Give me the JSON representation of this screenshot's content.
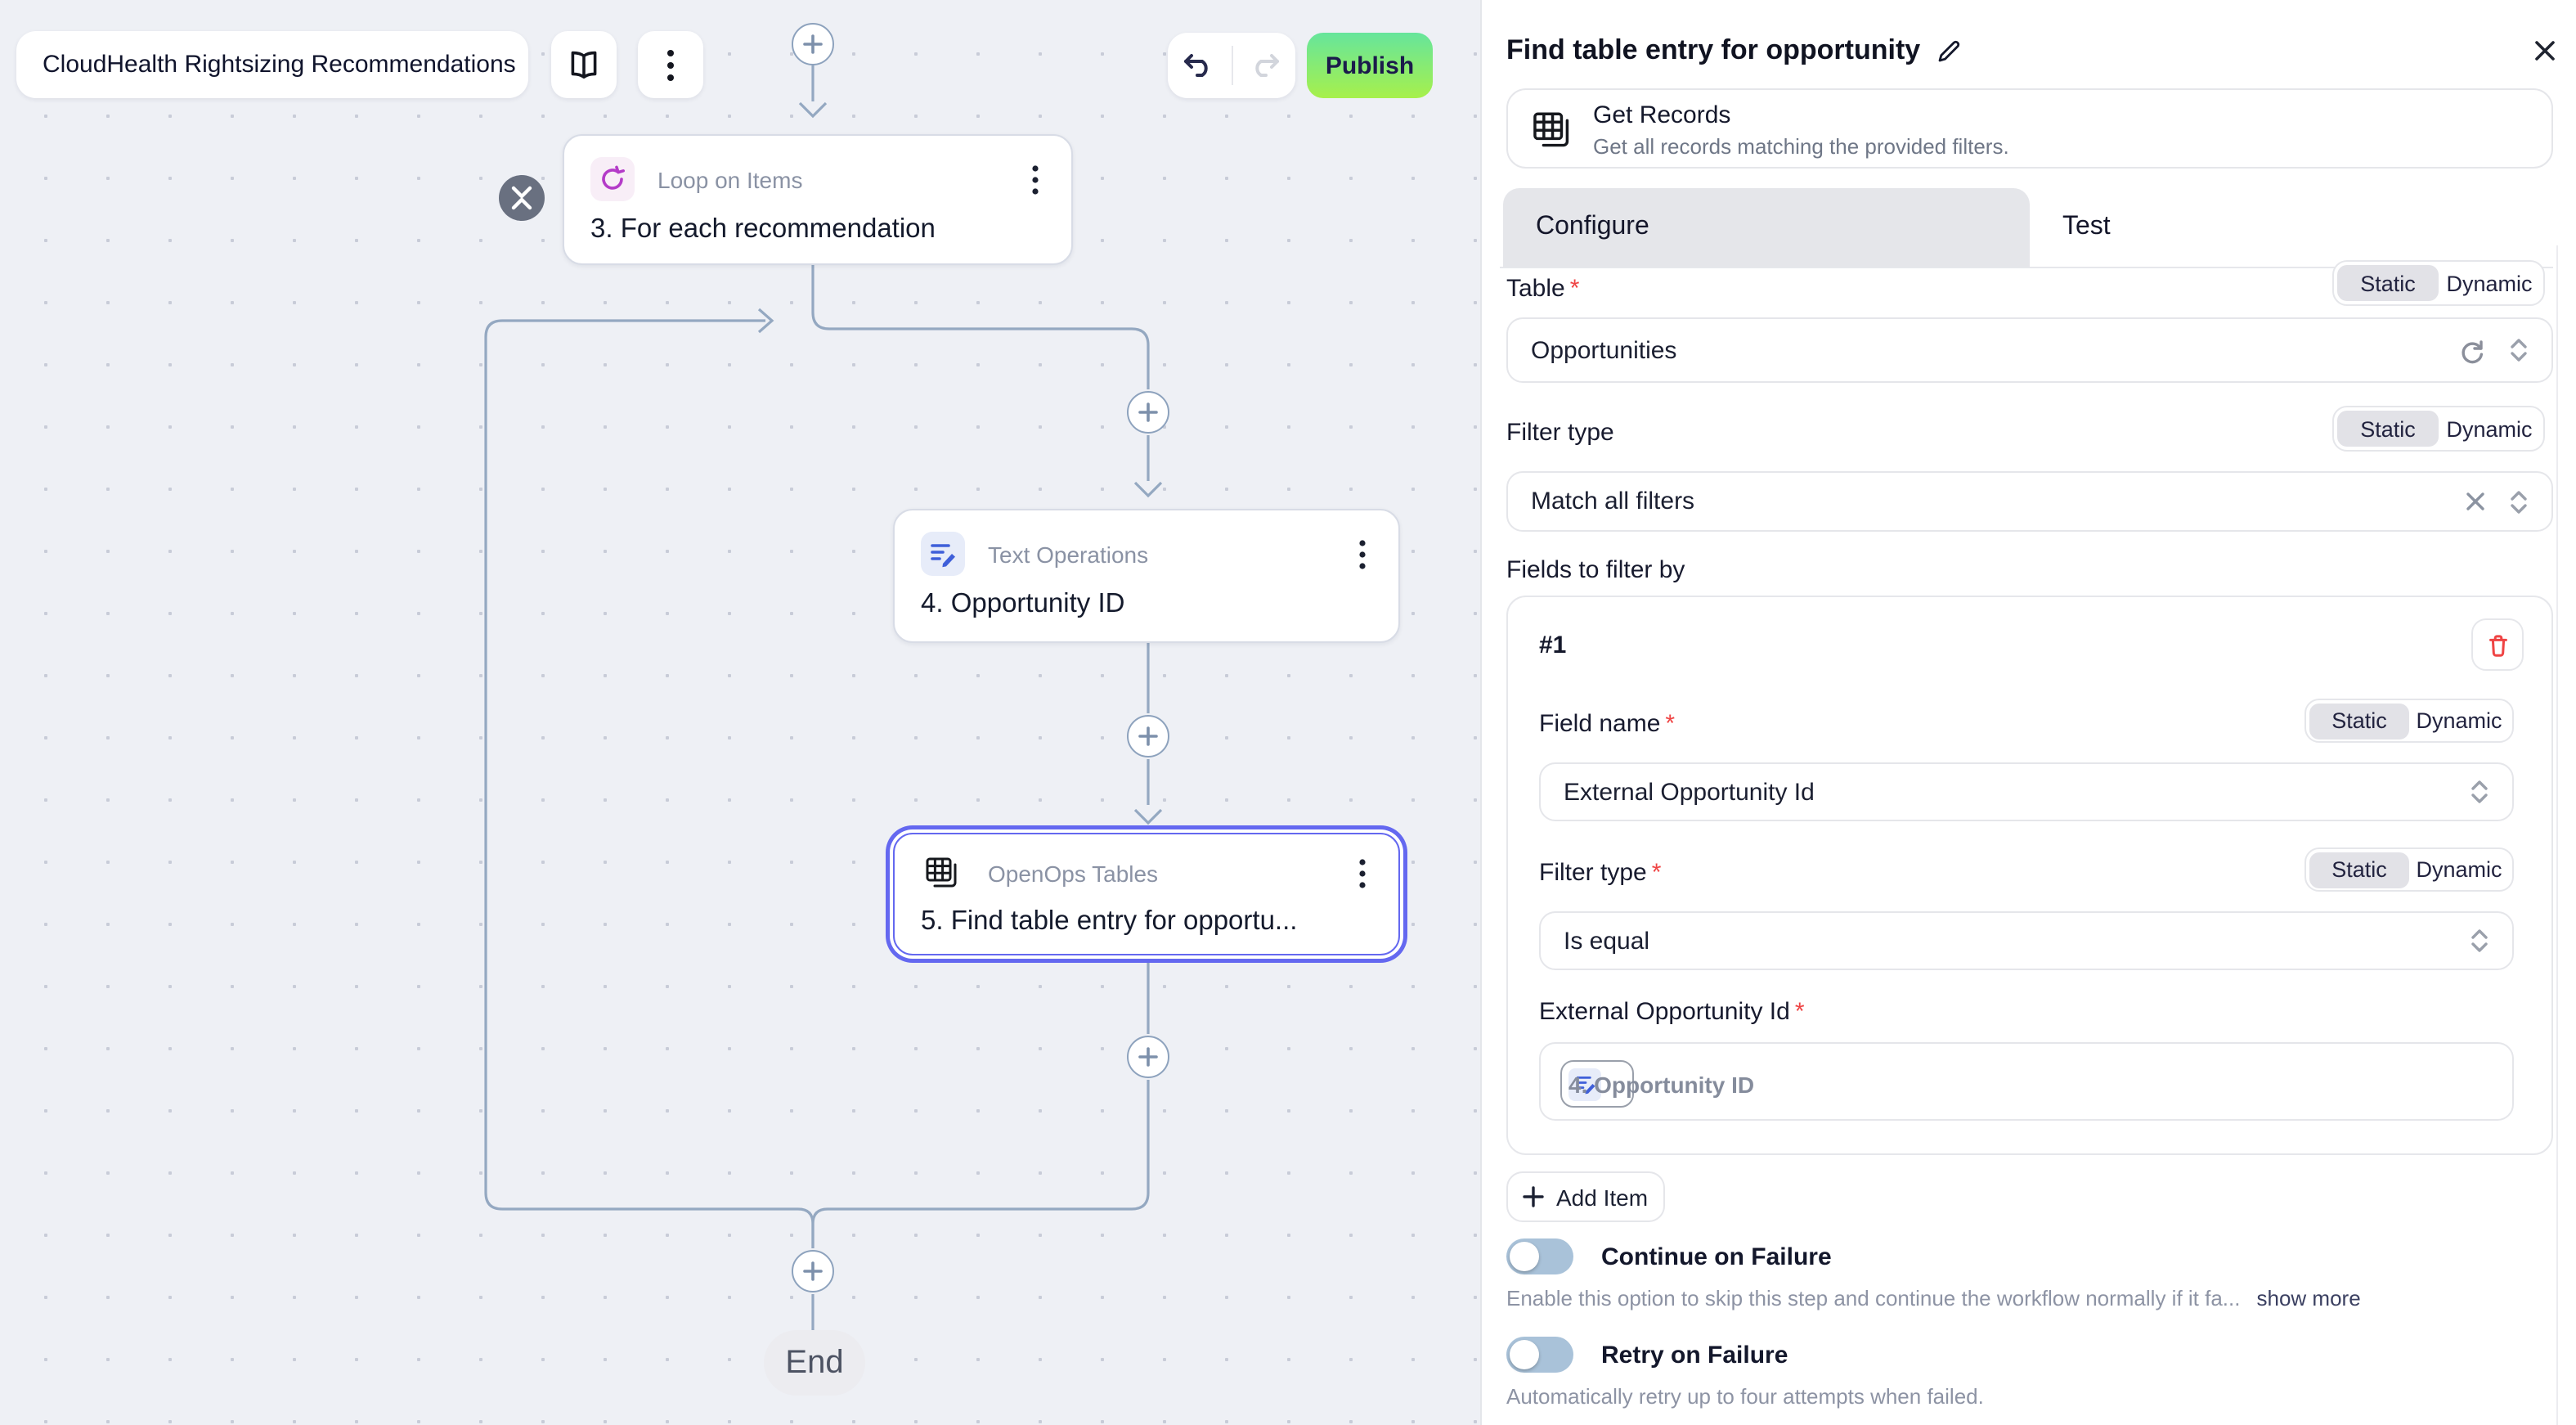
{
  "toolbar": {
    "workflow_name": "CloudHealth Rightsizing Recommendations",
    "publish": "Publish"
  },
  "canvas": {
    "loop_node": {
      "type": "Loop on Items",
      "title": "3. For each recommendation"
    },
    "text_node": {
      "type": "Text Operations",
      "title": "4. Opportunity ID"
    },
    "tables_node": {
      "type": "OpenOps Tables",
      "title": "5. Find table entry for opportu..."
    },
    "end_label": "End"
  },
  "panel": {
    "title": "Find table entry for opportunity",
    "action_name": "Get Records",
    "action_description": "Get all records matching the provided filters.",
    "tab_configure": "Configure",
    "tab_test": "Test",
    "static_label": "Static",
    "dynamic_label": "Dynamic",
    "required_marker": "*",
    "table_label": "Table",
    "table_value": "Opportunities",
    "filter_type_label": "Filter type",
    "filter_type_value": "Match all filters",
    "fields_label": "Fields to filter by",
    "item_number": "#1",
    "field_name_label": "Field name",
    "field_name_value": "External Opportunity Id",
    "item_filter_type_label": "Filter type",
    "item_filter_type_value": "Is equal",
    "external_id_label": "External Opportunity Id",
    "token_label": "4. Opportunity ID",
    "add_item": "Add Item",
    "continue_label": "Continue on Failure",
    "continue_description": "Enable this option to skip this step and continue the workflow normally if it fa...",
    "show_more": "show more",
    "retry_label": "Retry on Failure",
    "retry_description": "Automatically retry up to four attempts when failed."
  },
  "colors": {
    "accent": "#6468f0",
    "publish_top": "#66e59c",
    "publish_bottom": "#a7f04b",
    "danger": "#ef4444",
    "toggle_off": "#a9c2d9",
    "wire": "#94a8c1",
    "loop_icon": "#b43bc8",
    "text_icon": "#3f5fd9"
  }
}
